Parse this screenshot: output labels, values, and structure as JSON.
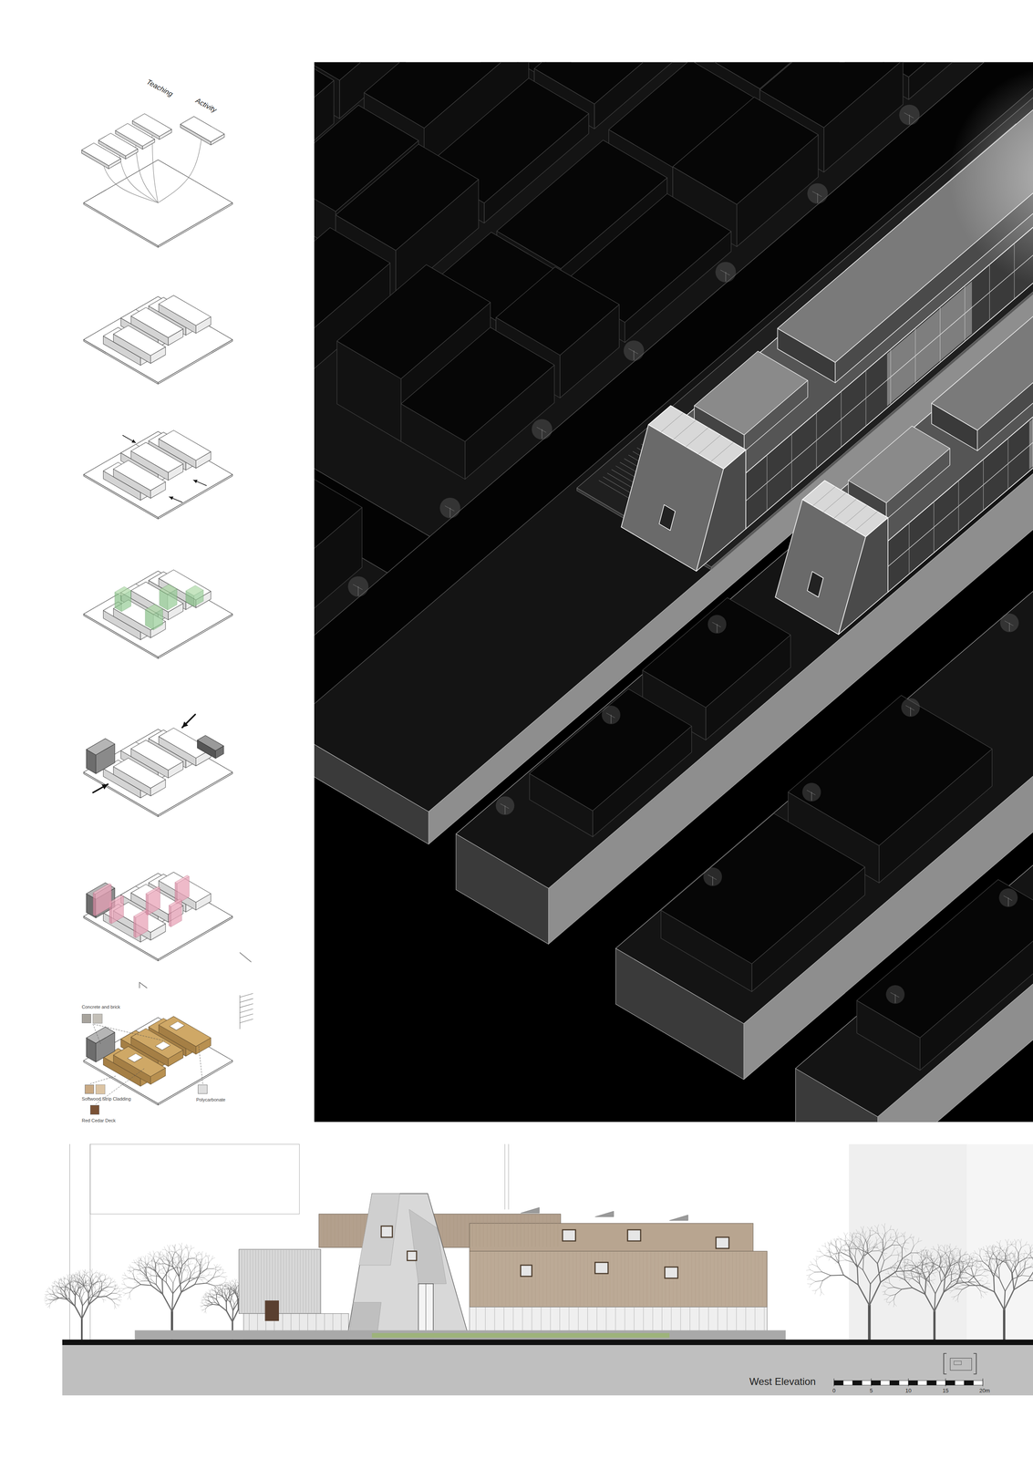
{
  "diagram": {
    "labels": [
      "Teaching",
      "Activity",
      "West Elevation",
      "0",
      "5",
      "10",
      "15",
      "20m"
    ],
    "legend": [
      {
        "text": "Concrete and brick",
        "color": "#a7a39c"
      },
      {
        "text": "Softwood Strip Cladding",
        "color": "#c9a983"
      },
      {
        "text": "Red Cedar Deck",
        "color": "#7a5236"
      },
      {
        "text": "Polycarbonate",
        "color": "#dedede"
      }
    ]
  }
}
